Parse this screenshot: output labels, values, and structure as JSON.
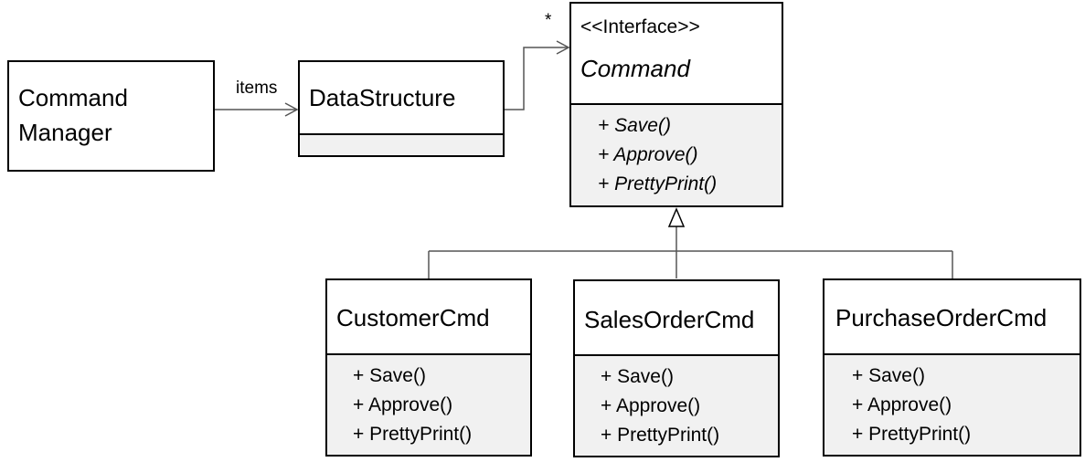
{
  "classes": {
    "command_manager": {
      "name_line1": "Command",
      "name_line2": "Manager"
    },
    "data_structure": {
      "name": "DataStructure"
    },
    "command": {
      "stereotype": "<<Interface>>",
      "name": "Command",
      "ops": [
        "+ Save()",
        "+ Approve()",
        "+ PrettyPrint()"
      ]
    },
    "customer_cmd": {
      "name": "CustomerCmd",
      "ops": [
        "+ Save()",
        "+ Approve()",
        "+ PrettyPrint()"
      ]
    },
    "sales_order_cmd": {
      "name": "SalesOrderCmd",
      "ops": [
        "+ Save()",
        "+ Approve()",
        "+ PrettyPrint()"
      ]
    },
    "purchase_order_cmd": {
      "name": "PurchaseOrderCmd",
      "ops": [
        "+ Save()",
        "+ Approve()",
        "+ PrettyPrint()"
      ]
    }
  },
  "labels": {
    "items": "items",
    "multiplicity": "*"
  }
}
